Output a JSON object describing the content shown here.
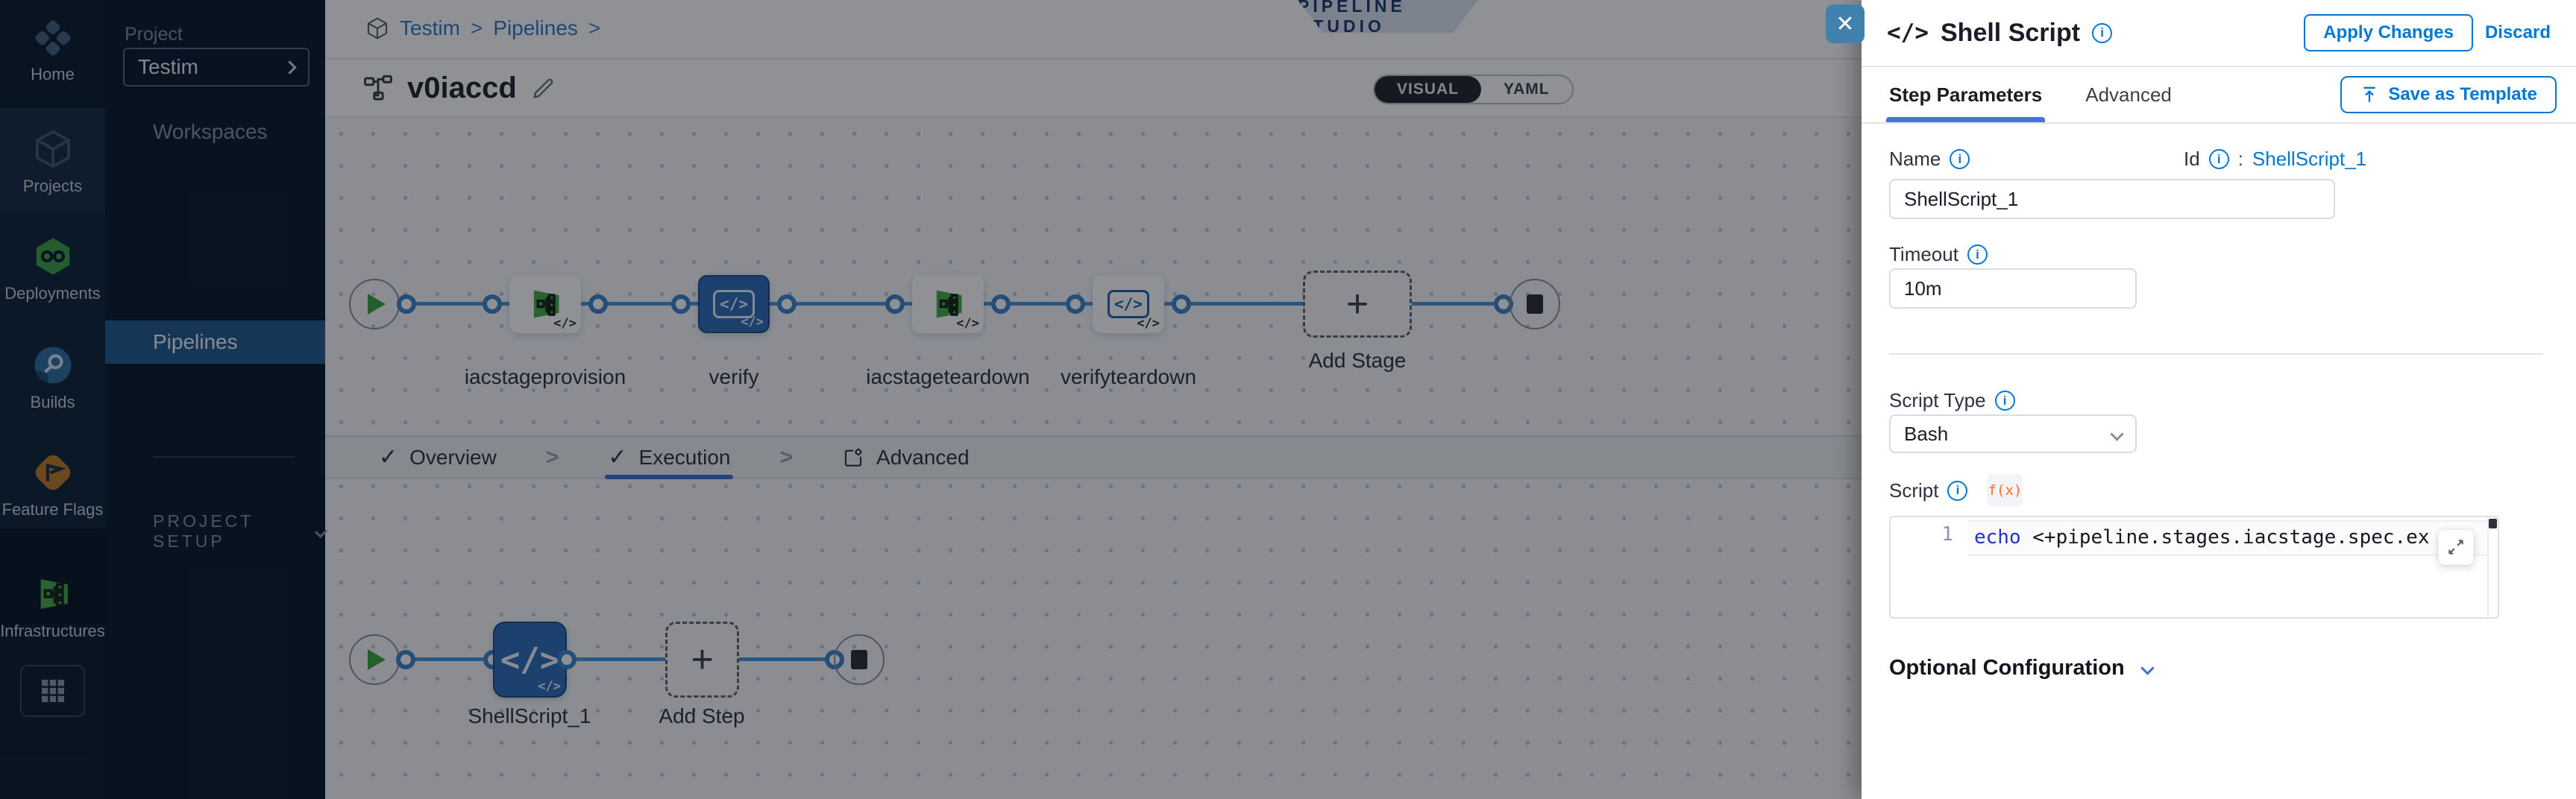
{
  "app": {
    "accent_color": "#0278d5",
    "selected_node_color": "#2f6db8"
  },
  "left_nav": {
    "items": [
      {
        "label": "Home"
      },
      {
        "label": "Projects"
      },
      {
        "label": "Deployments"
      },
      {
        "label": "Builds"
      },
      {
        "label": "Feature Flags"
      },
      {
        "label": "Infrastructures"
      }
    ]
  },
  "project_nav": {
    "section_label": "Project",
    "project_name": "Testim",
    "items": [
      {
        "label": "Workspaces"
      },
      {
        "label": "Pipelines"
      }
    ],
    "setup_label": "PROJECT SETUP"
  },
  "header": {
    "breadcrumb": {
      "project": "Testim",
      "section": "Pipelines"
    },
    "studio_badge": "PIPELINE STUDIO",
    "pipeline_name": "v0iaccd",
    "view_toggle": {
      "visual": "VISUAL",
      "yaml": "YAML"
    }
  },
  "stage_graph": {
    "stages": [
      {
        "label": "iacstageprovision"
      },
      {
        "label": "verify"
      },
      {
        "label": "iacstageteardown"
      },
      {
        "label": "verifyteardown"
      }
    ],
    "add_stage_label": "Add Stage"
  },
  "execution_tabs": {
    "overview": "Overview",
    "execution": "Execution",
    "advanced": "Advanced"
  },
  "step_graph": {
    "step_label": "ShellScript_1",
    "add_step_label": "Add Step"
  },
  "drawer": {
    "title": "Shell Script",
    "apply_button": "Apply Changes",
    "discard_button": "Discard",
    "tabs": {
      "step_parameters": "Step Parameters",
      "advanced": "Advanced"
    },
    "save_as_template": "Save as Template",
    "name_field": {
      "label": "Name",
      "value": "ShellScript_1"
    },
    "id_field": {
      "label": "Id",
      "separator": ":",
      "value": "ShellScript_1"
    },
    "timeout_field": {
      "label": "Timeout",
      "value": "10m"
    },
    "script_type_field": {
      "label": "Script Type",
      "value": "Bash"
    },
    "script_field": {
      "label": "Script",
      "fx_badge": "f(x)",
      "line_number": "1",
      "code_keyword": "echo",
      "code_rest": " <+pipeline.stages.iacstage.spec.execution.steps.appl"
    },
    "optional_configuration": "Optional Configuration"
  }
}
